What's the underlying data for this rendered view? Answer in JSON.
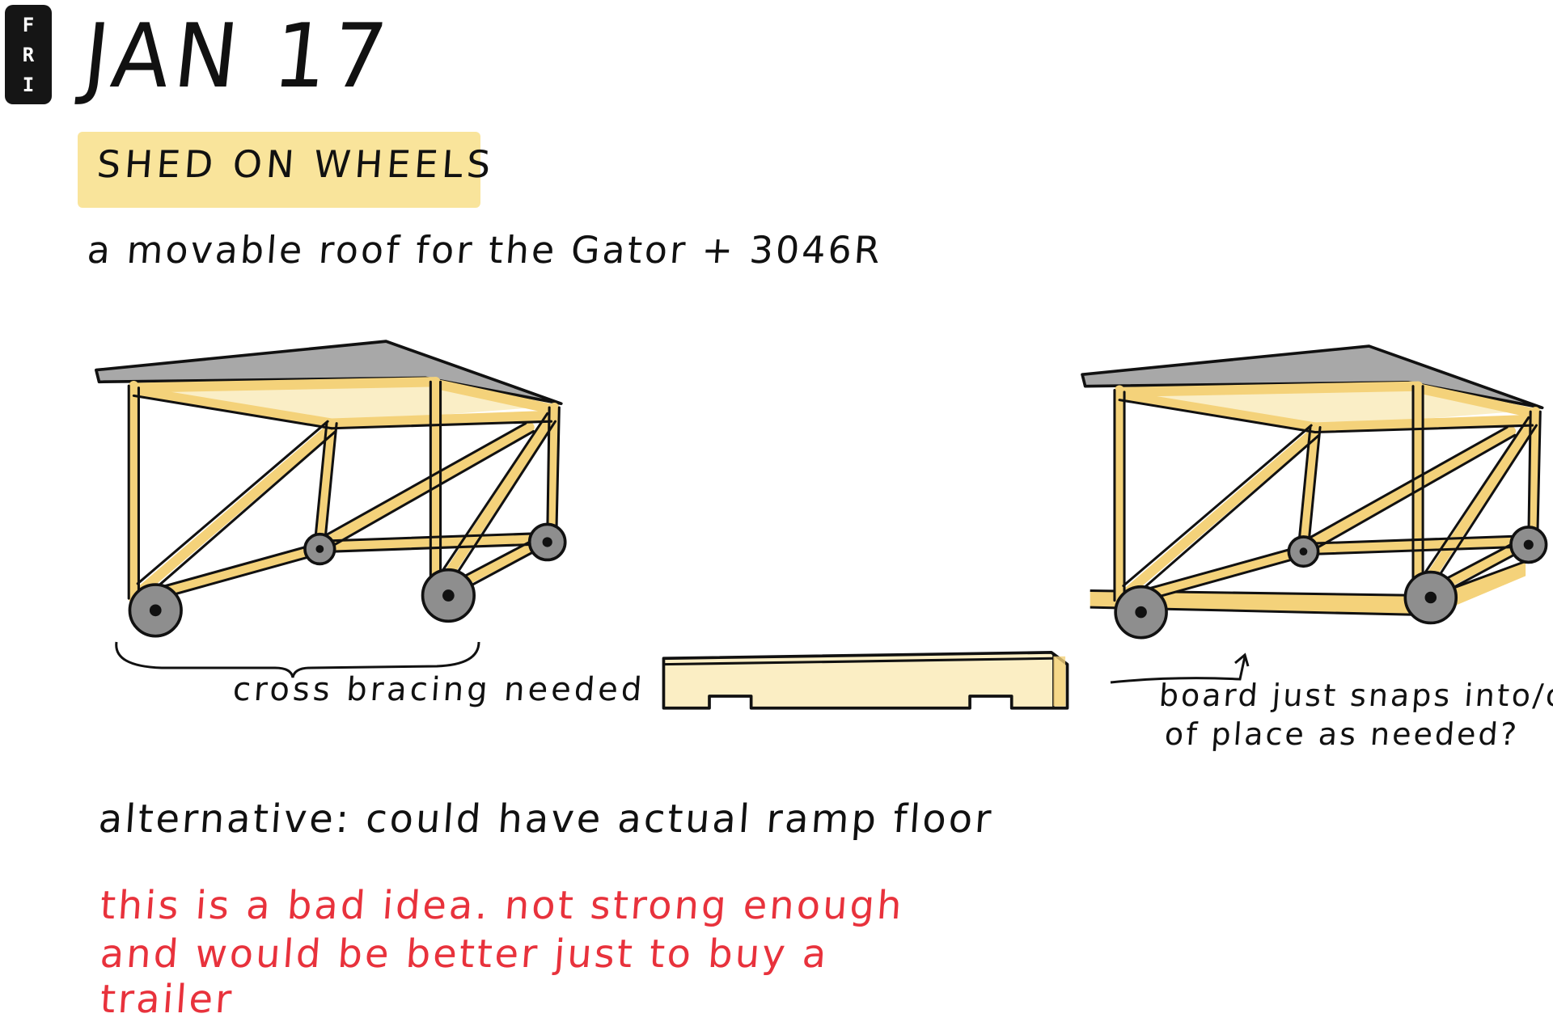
{
  "header": {
    "day_letters": [
      "F",
      "R",
      "I"
    ],
    "date": "JAN 17",
    "title": "SHED ON WHEELS",
    "subtitle": "a movable roof for the Gator + 3046R"
  },
  "sketch": {
    "left_cart_label": "cross bracing needed",
    "right_cart_note_line1": "board just snaps into/out",
    "right_cart_note_line2": "of place as needed?"
  },
  "notes": {
    "alternative": "alternative: could have actual ramp floor",
    "critique_lines": [
      "this is a bad idea. not strong enough",
      "and would be better just to buy a",
      "trailer"
    ]
  },
  "colors": {
    "highlight": "#f8df8a",
    "wood": "#f4d27a",
    "roof": "#9a9a9a",
    "ink": "#111111",
    "critique": "#e8323c"
  }
}
